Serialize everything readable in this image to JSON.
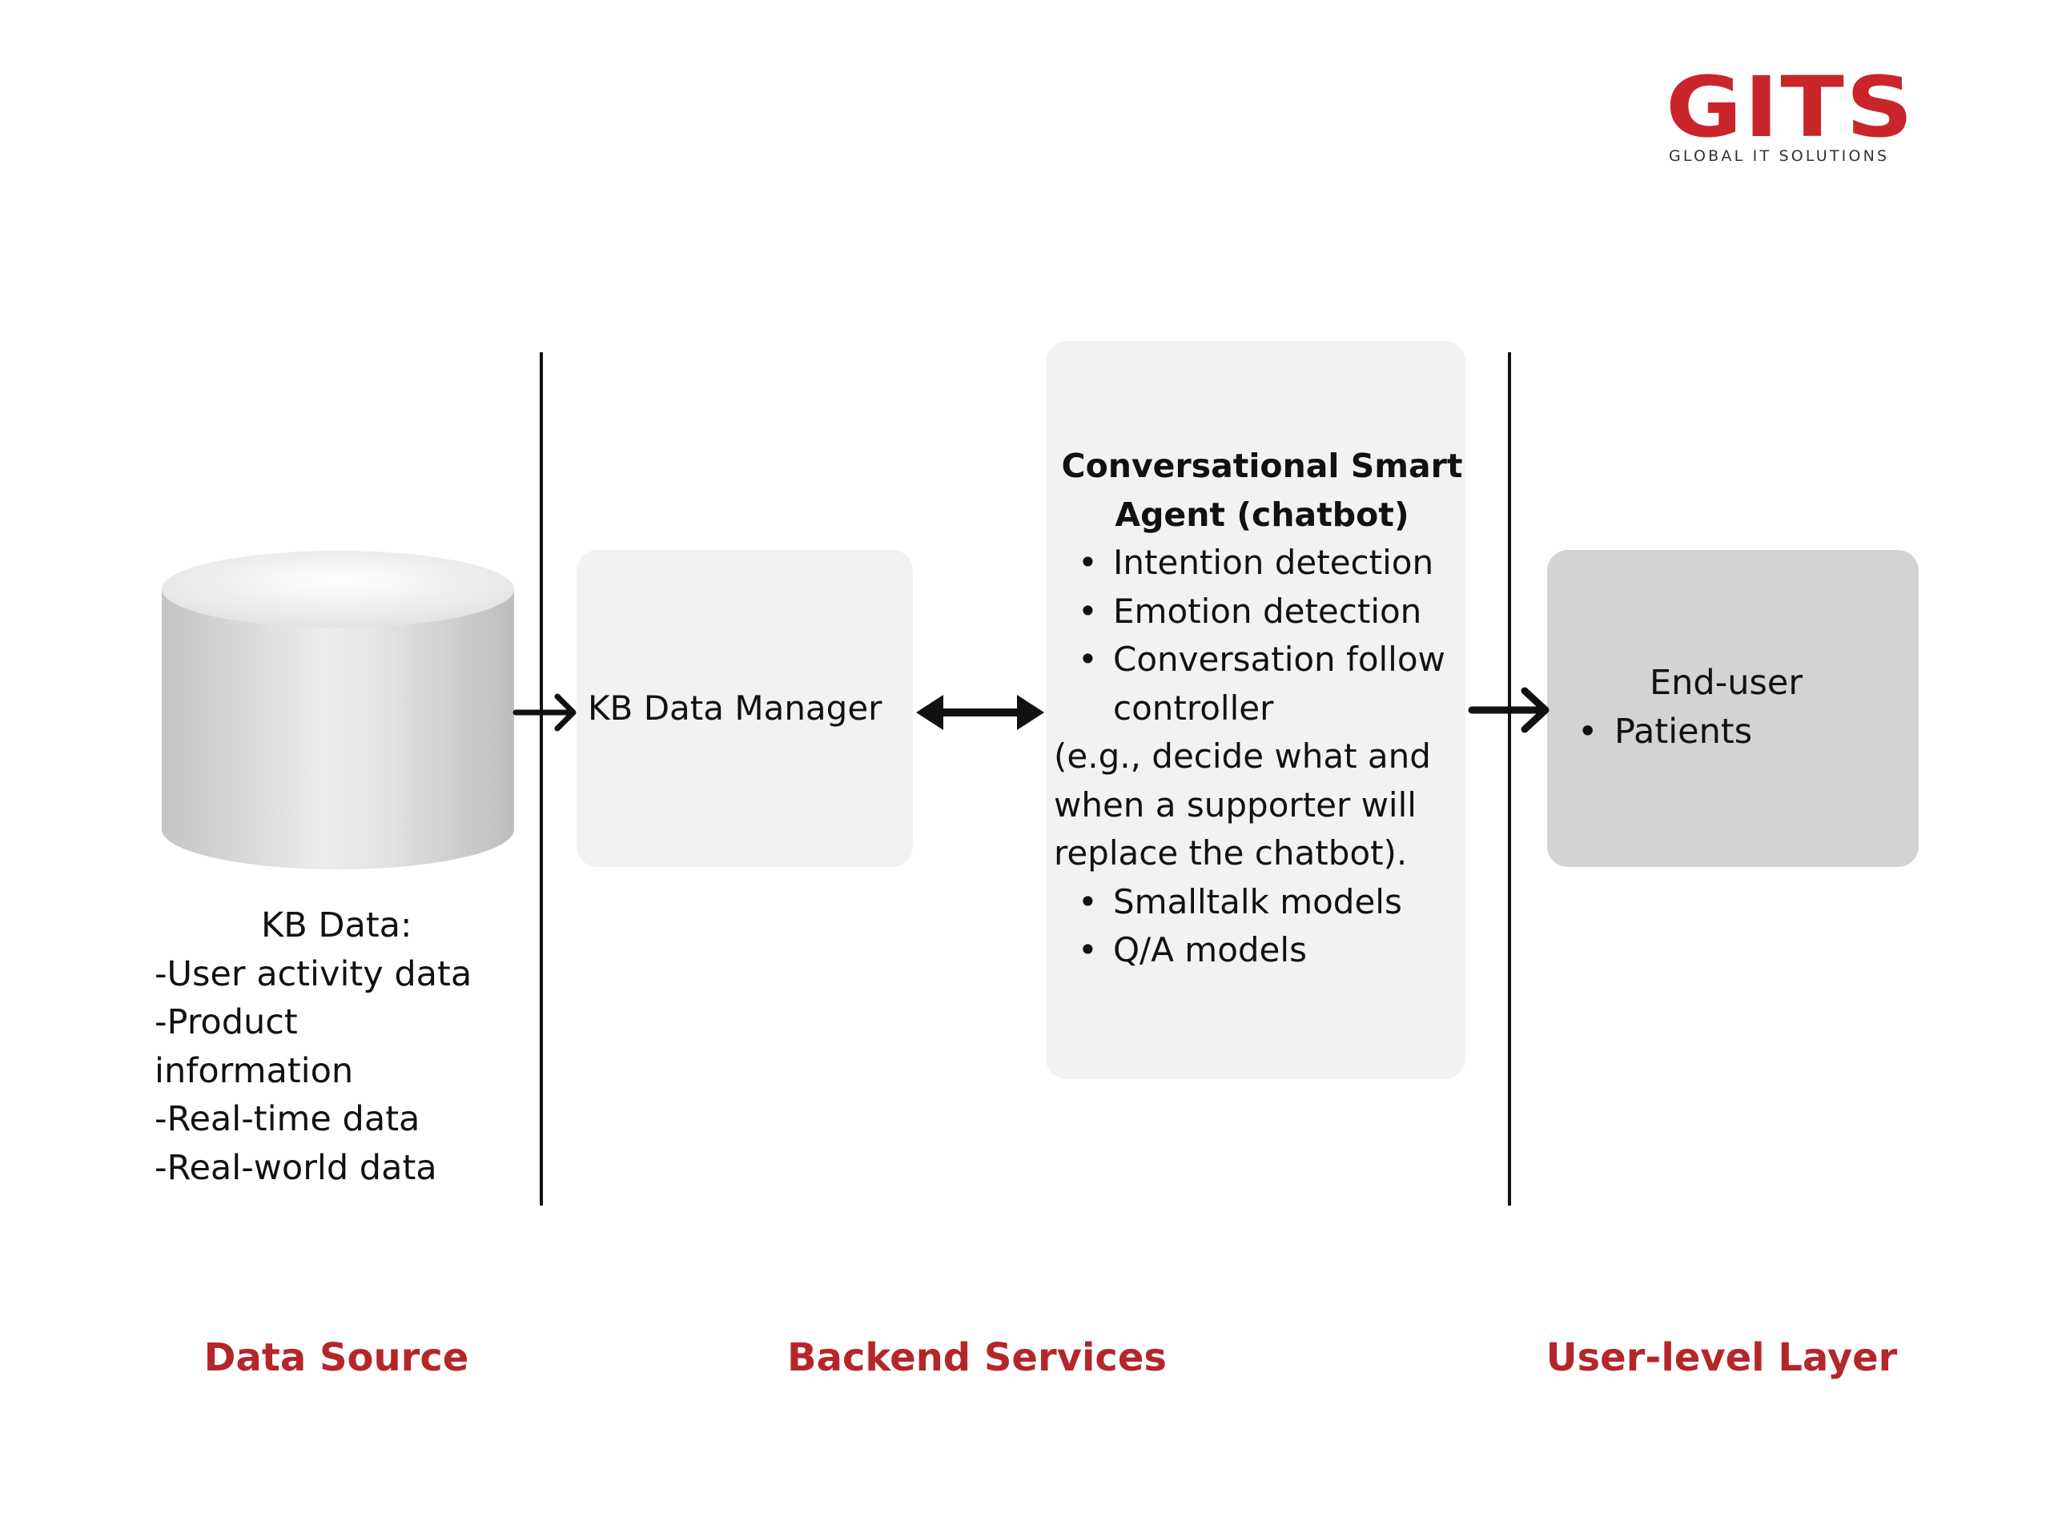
{
  "logo": {
    "wordmark": "GITS",
    "tagline": "GLOBAL IT SOLUTIONS",
    "color": "#c9252b"
  },
  "data_source": {
    "kb_data_title": "KB Data:",
    "kb_data_lines": [
      "-User activity data",
      "-Product",
      "information",
      "-Real-time data",
      "-Real-world data"
    ]
  },
  "backend": {
    "kb_manager_label": "KB Data Manager",
    "agent": {
      "title_line1": "Conversational Smart",
      "title_line2": "Agent (chatbot)",
      "bullets_top": [
        "Intention detection",
        "Emotion detection",
        "Conversation follow",
        "controller"
      ],
      "paragraph_lines": [
        "(e.g., decide what and",
        "when a supporter will",
        "replace the chatbot)."
      ],
      "bullets_bottom": [
        "Smalltalk models",
        "Q/A models"
      ]
    }
  },
  "user_layer": {
    "title": "End-user",
    "items": [
      "Patients"
    ]
  },
  "section_labels": {
    "data_source": "Data Source",
    "backend_services": "Backend Services",
    "user_level_layer": "User-level Layer"
  },
  "colors": {
    "section_label": "#b5262b",
    "light_box": "#f2f2f2",
    "enduser_box": "#d3d3d3",
    "line": "#111111"
  }
}
